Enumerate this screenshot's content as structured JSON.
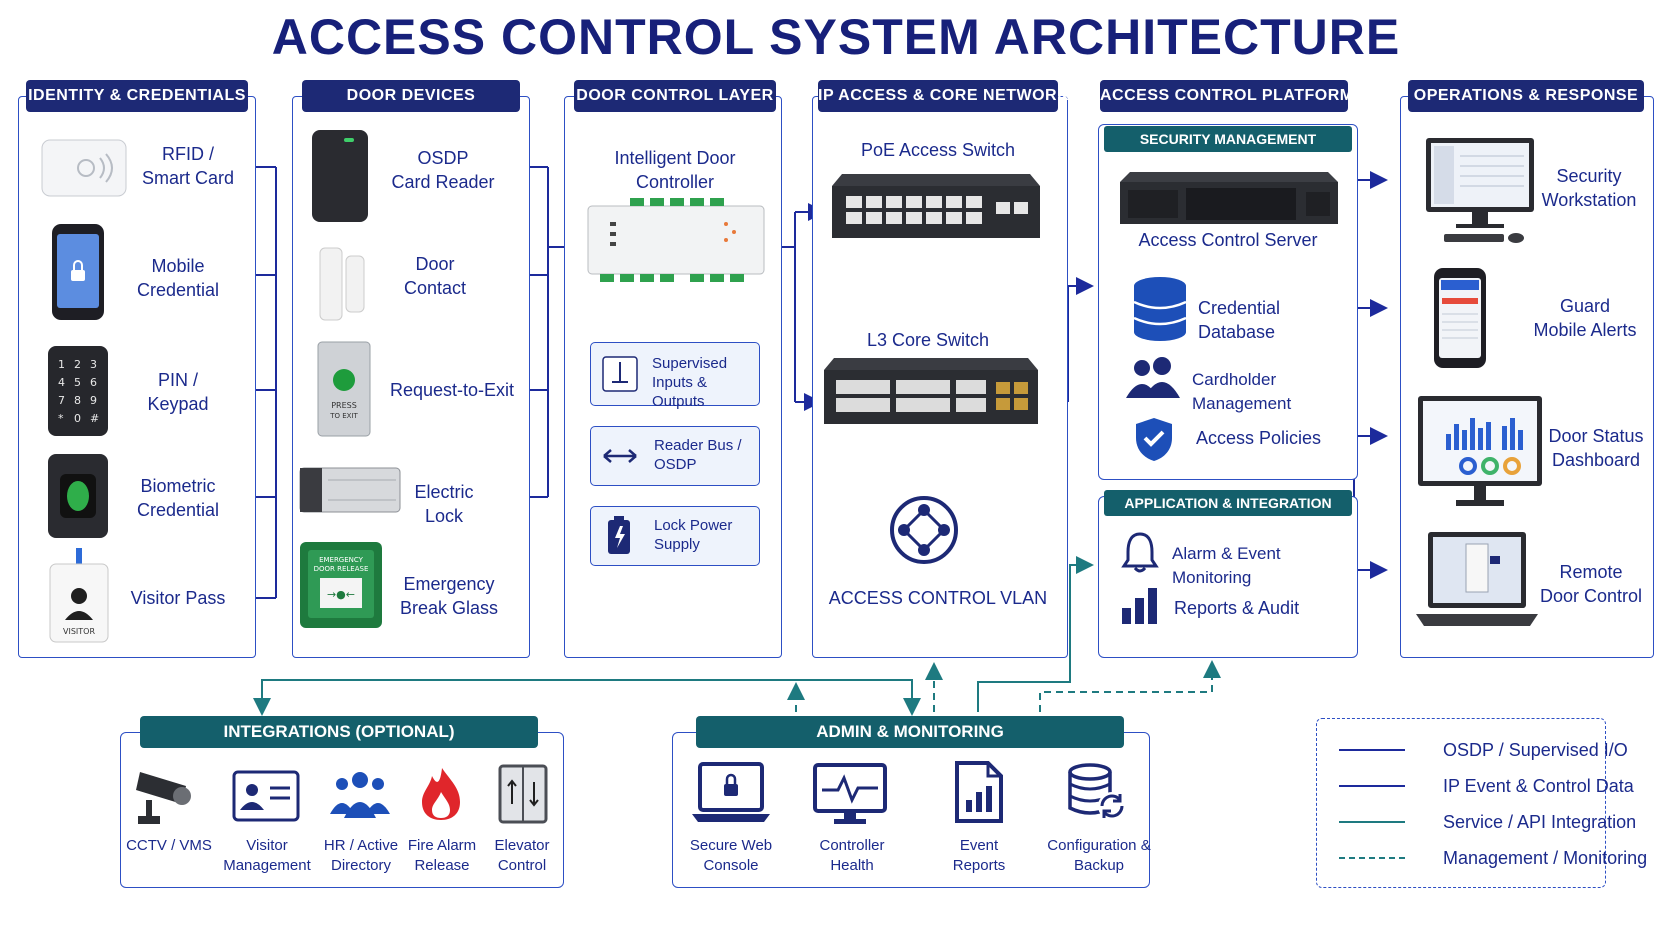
{
  "title": "ACCESS CONTROL SYSTEM ARCHITECTURE",
  "columns": {
    "identity": {
      "header": "IDENTITY & CREDENTIALS",
      "items": [
        "RFID /\nSmart Card",
        "Mobile\nCredential",
        "PIN /\nKeypad",
        "Biometric\nCredential",
        "Visitor Pass"
      ]
    },
    "door_devices": {
      "header": "DOOR DEVICES",
      "items": [
        "OSDP\nCard Reader",
        "Door\nContact",
        "Request-to-Exit",
        "Electric\nLock",
        "Emergency\nBreak Glass"
      ],
      "button_text": "PRESS\nTO EXIT",
      "breakglass_text": "EMERGENCY\nDOOR RELEASE"
    },
    "door_control": {
      "header": "DOOR CONTROL LAYER",
      "controller": "Intelligent Door Controller",
      "boxes": [
        "Supervised\nInputs & Outputs",
        "Reader Bus /\nOSDP",
        "Lock Power\nSupply"
      ]
    },
    "network": {
      "header": "IP ACCESS & CORE NETWORK",
      "poe": "PoE Access Switch",
      "core": "L3 Core Switch",
      "vlan": "ACCESS CONTROL VLAN"
    },
    "platform": {
      "header": "ACCESS CONTROL PLATFORM",
      "security_header": "SECURITY MANAGEMENT",
      "server": "Access Control Server",
      "security_items": [
        "Credential Database",
        "Cardholder Management",
        "Access Policies"
      ],
      "app_header": "APPLICATION & INTEGRATION",
      "app_items": [
        "Alarm & Event Monitoring",
        "Reports & Audit"
      ]
    },
    "operations": {
      "header": "OPERATIONS & RESPONSE",
      "items": [
        "Security\nWorkstation",
        "Guard\nMobile Alerts",
        "Door Status\nDashboard",
        "Remote\nDoor Control"
      ]
    }
  },
  "integrations": {
    "header": "INTEGRATIONS (OPTIONAL)",
    "items": [
      "CCTV / VMS",
      "Visitor\nManagement",
      "HR / Active\nDirectory",
      "Fire Alarm\nRelease",
      "Elevator\nControl"
    ]
  },
  "admin": {
    "header": "ADMIN & MONITORING",
    "items": [
      "Secure Web\nConsole",
      "Controller\nHealth",
      "Event\nReports",
      "Configuration &\nBackup"
    ]
  },
  "legend": [
    {
      "label": "OSDP / Supervised I/O",
      "color": "#1d2a9c",
      "style": "solid"
    },
    {
      "label": "IP Event & Control Data",
      "color": "#1d2a9c",
      "style": "solid"
    },
    {
      "label": "Service / API Integration",
      "color": "#1e7a80",
      "style": "solid"
    },
    {
      "label": "Management / Monitoring",
      "color": "#1e7a80",
      "style": "dashed"
    }
  ],
  "colors": {
    "navy": "#1d2975",
    "teal": "#145f6b",
    "line_blue": "#1d2a9c",
    "line_teal": "#1e7a80"
  }
}
